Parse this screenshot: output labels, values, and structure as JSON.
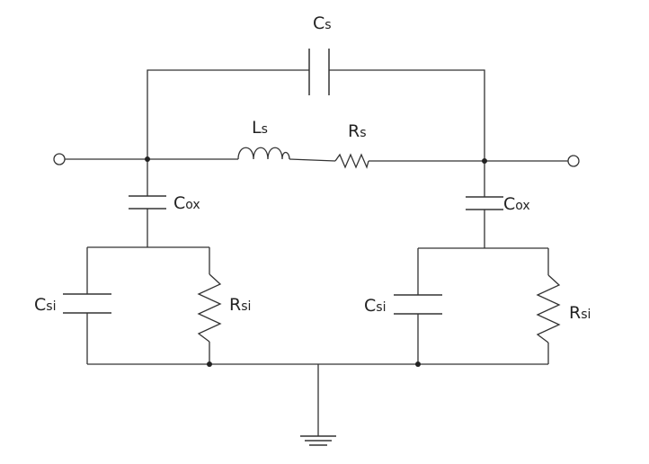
{
  "labels": {
    "cs": {
      "main": "C",
      "sub": "s"
    },
    "ls": {
      "main": "L",
      "sub": "s"
    },
    "rs": {
      "main": "R",
      "sub": "s"
    },
    "cox_left": {
      "main": "C",
      "sub": "ox"
    },
    "cox_right": {
      "main": "C",
      "sub": "ox"
    },
    "csi_left": {
      "main": "C",
      "sub": "si"
    },
    "rsi_left": {
      "main": "R",
      "sub": "si"
    },
    "csi_right": {
      "main": "C",
      "sub": "si"
    },
    "rsi_right": {
      "main": "R",
      "sub": "si"
    }
  }
}
